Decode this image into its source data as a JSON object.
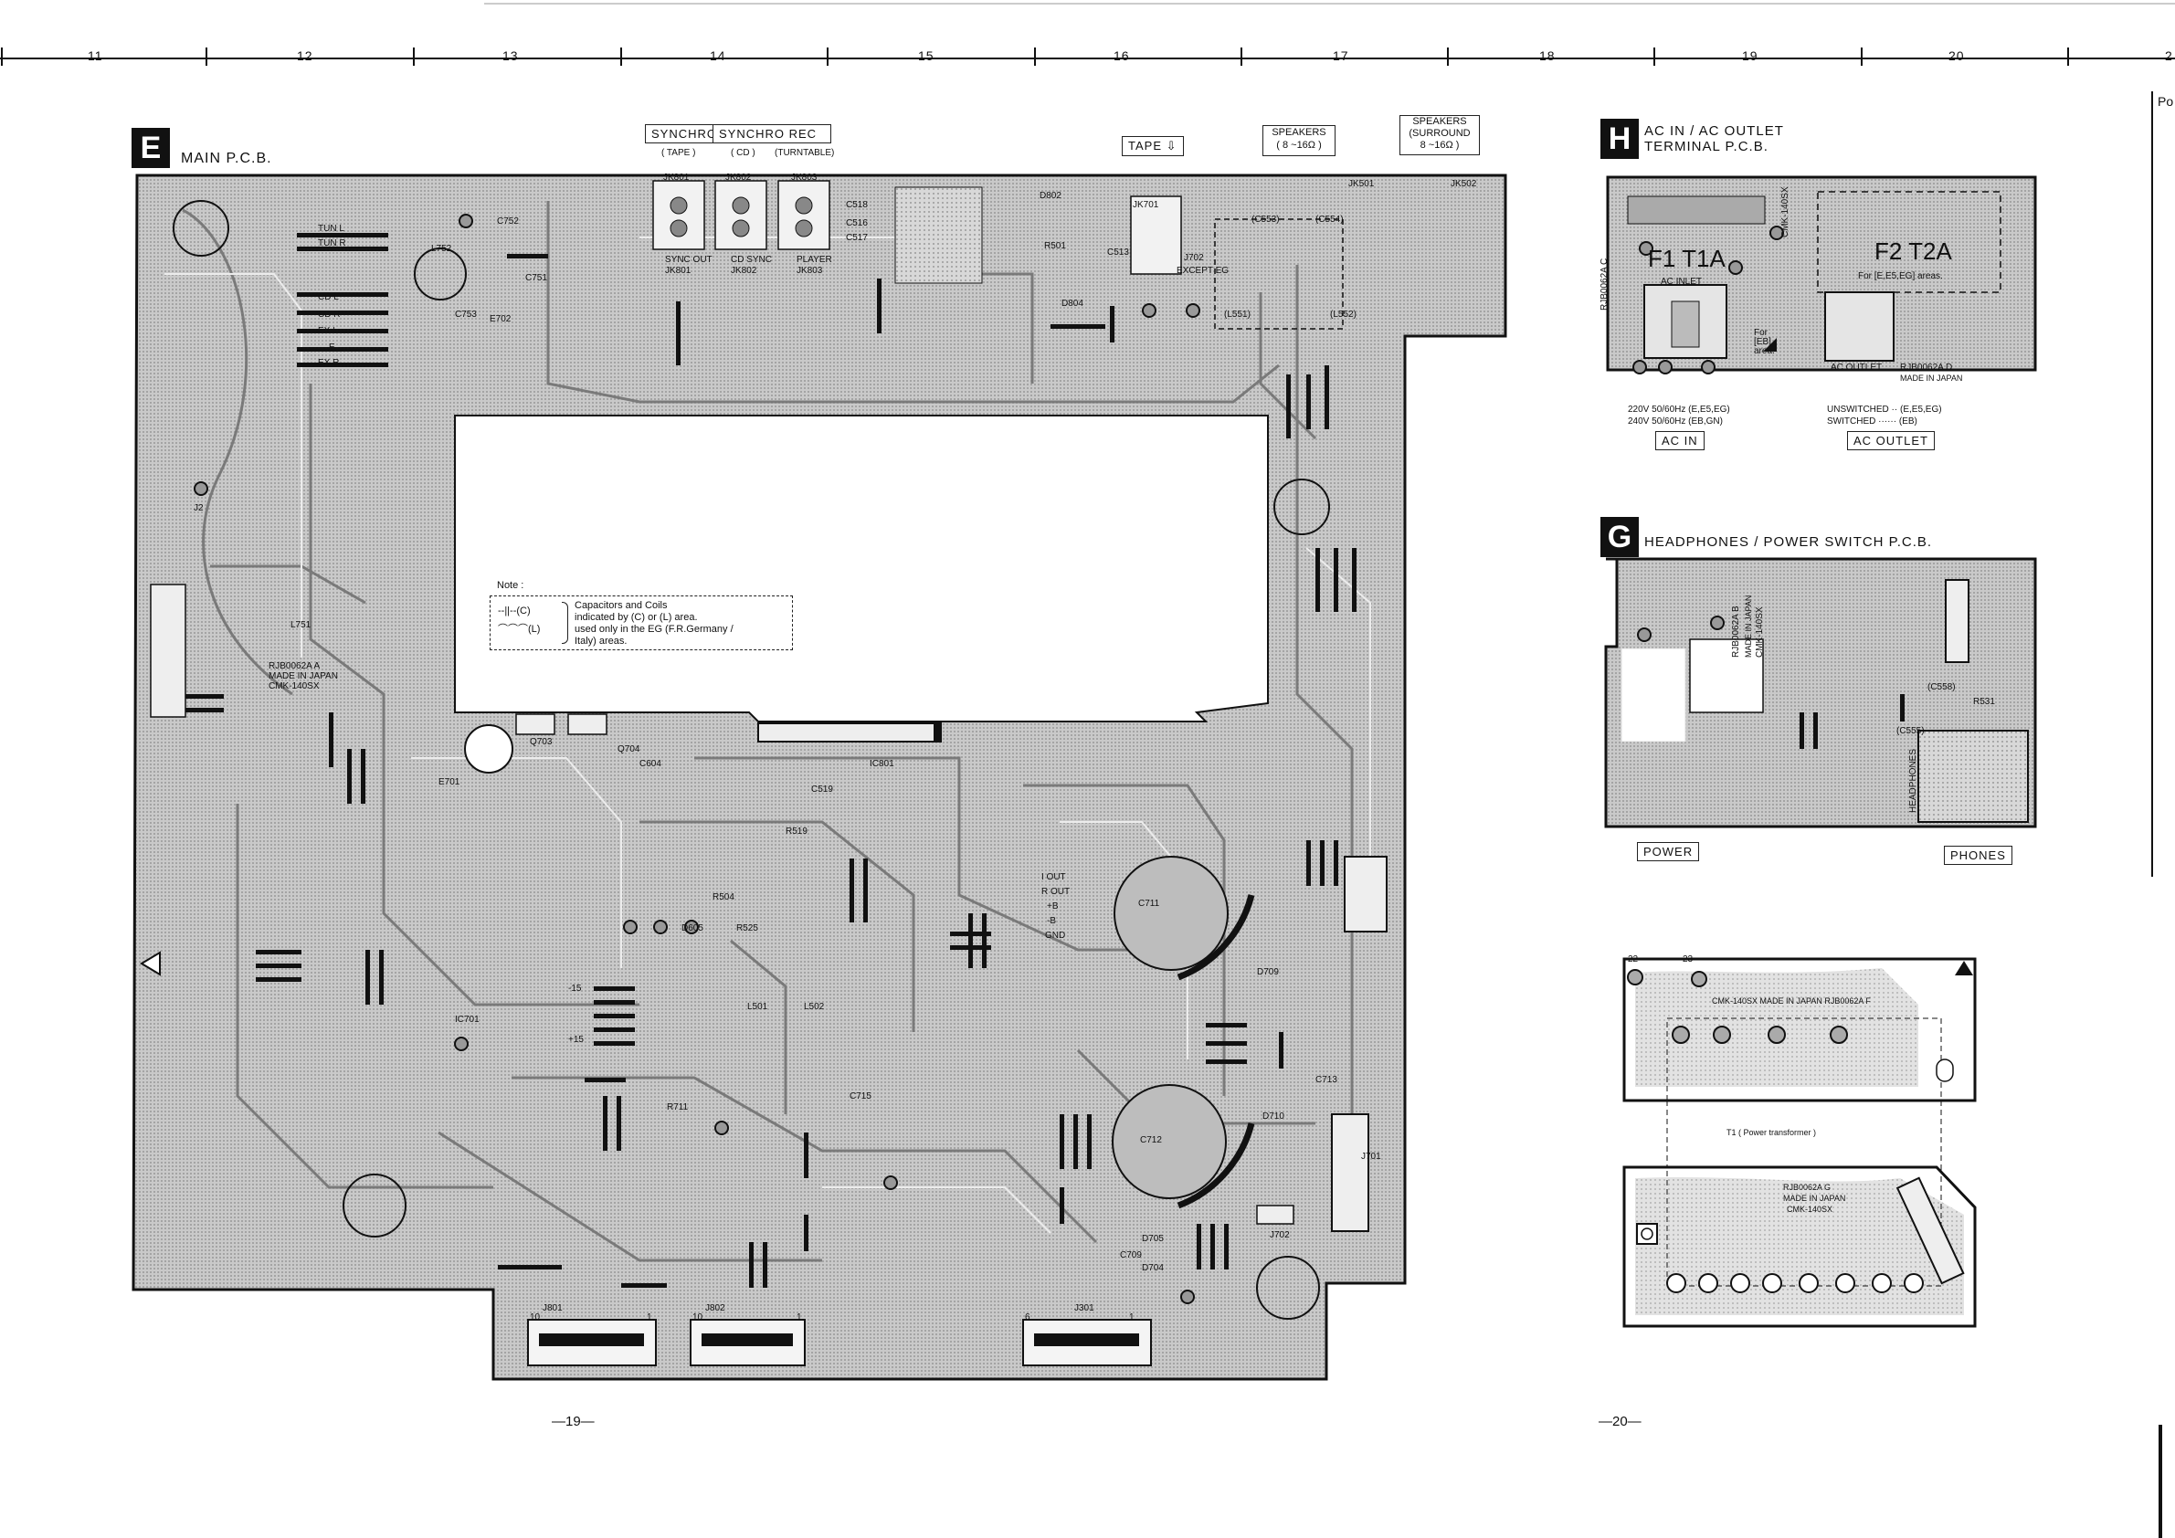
{
  "grid": {
    "columns": [
      "11",
      "12",
      "13",
      "14",
      "15",
      "16",
      "17",
      "18",
      "19",
      "20",
      "2"
    ]
  },
  "main_pcb": {
    "letter": "E",
    "title": "MAIN P.C.B.",
    "top_labels": {
      "synchro": "SYNCHRO",
      "synchro_rec": "SYNCHRO  REC",
      "tape": "( TAPE )",
      "cd": "( CD )",
      "turntable": "(TURNTABLE)",
      "tape_in": "TAPE",
      "speakers": "SPEAKERS",
      "speakers_ohm": "( 8 ~16Ω )",
      "speakers_surround": "SPEAKERS",
      "surround": "(SURROUND",
      "surround_ohm": "8 ~16Ω )"
    },
    "jacks": {
      "jk801": "JK801",
      "jk802": "JK802",
      "jk803": "JK803",
      "sync_out": "SYNC OUT",
      "cd_sync": "CD SYNC",
      "player": "PLAYER",
      "jk701": "JK701",
      "jk501": "JK501",
      "jk502": "JK502",
      "except_eg": "EXCEPT EG"
    },
    "components": [
      "TUN L",
      "TUN R",
      "CD L",
      "CD R",
      "EX L",
      "E",
      "EX R",
      "L752",
      "C752",
      "C751",
      "C753",
      "E702",
      "C518",
      "C516",
      "C517",
      "D802",
      "R501",
      "D804",
      "C513",
      "J702",
      "(C553)",
      "(C554)",
      "(L551)",
      "(L552)",
      "RJB0062A A",
      "MADE IN JAPAN",
      "CMK-140SX",
      "L751",
      "J2",
      "Q703",
      "Q704",
      "C604",
      "IC801",
      "E701",
      "IC701",
      "R711",
      "L501",
      "L502",
      "R504",
      "D605",
      "R525",
      "D705",
      "D704",
      "C709",
      "J702",
      "C713",
      "C715",
      "C711",
      "C712",
      "D709",
      "D710",
      "J701",
      "I OUT",
      "R OUT",
      "+B",
      "-B",
      "GND",
      "-15",
      "+15",
      "R519",
      "C519"
    ],
    "note": {
      "title": "Note :",
      "c_symbol": "--||--(C)",
      "l_symbol": "⌒⌒⌒(L)",
      "line1": "Capacitors and Coils",
      "line2": "indicated by (C) or (L) area.",
      "line3": "used only in the EG (F.R.Germany /",
      "line4": "Italy) areas."
    },
    "bottom_connectors": {
      "j801": "J801",
      "j802": "J802",
      "j301": "J301",
      "pin_10": "10",
      "pin_1": "1",
      "pin_6": "6"
    },
    "page_number": "—19—"
  },
  "ac_pcb": {
    "letter": "H",
    "title_line1": "AC IN / AC OUTLET",
    "title_line2": "TERMINAL P.C.B.",
    "f1": "F1  T1A",
    "f2": "F2  T2A",
    "ac_inlet": "AC INLET",
    "for_areas": "For [E,E5,EG] areas.",
    "for_eb": "For [EB] area.",
    "ac_outlet_board": "AC OUTLET",
    "board_code": "RJB0062A C",
    "board_code_d": "RJB0062A D",
    "made_in_japan": "MADE IN JAPAN",
    "cmk": "CMK-140SX",
    "spec_1": "220V 50/60Hz  (E,E5,EG)",
    "spec_2": "240V 50/60Hz  (EB,GN)",
    "spec_3": "UNSWITCHED ·· (E,E5,EG)",
    "spec_4": "SWITCHED ······ (EB)",
    "ac_in_label": "AC  IN",
    "ac_outlet_label": "AC  OUTLET"
  },
  "hp_pcb": {
    "letter": "G",
    "title": "HEADPHONES / POWER SWITCH P.C.B.",
    "board_code": "RJB0062A B",
    "made_in_japan": "MADE IN JAPAN",
    "cmk": "CMK-140SX",
    "headphones": "HEADPHONES",
    "c558": "(C558)",
    "c555": "(C555)",
    "r531": "R531",
    "power_label": "POWER",
    "phones_label": "PHONES"
  },
  "transformer_pcb": {
    "top_text": "CMK-140SX  MADE IN JAPAN  RJB0062A F",
    "pin_22": "22",
    "pin_23": "23",
    "transformer": "T1 ( Power transformer )",
    "board_code_g": "RJB0062A G",
    "made_in_japan": "MADE IN JAPAN",
    "cmk": "CMK-140SX",
    "page_number": "—20—"
  },
  "edge_text": "Po"
}
